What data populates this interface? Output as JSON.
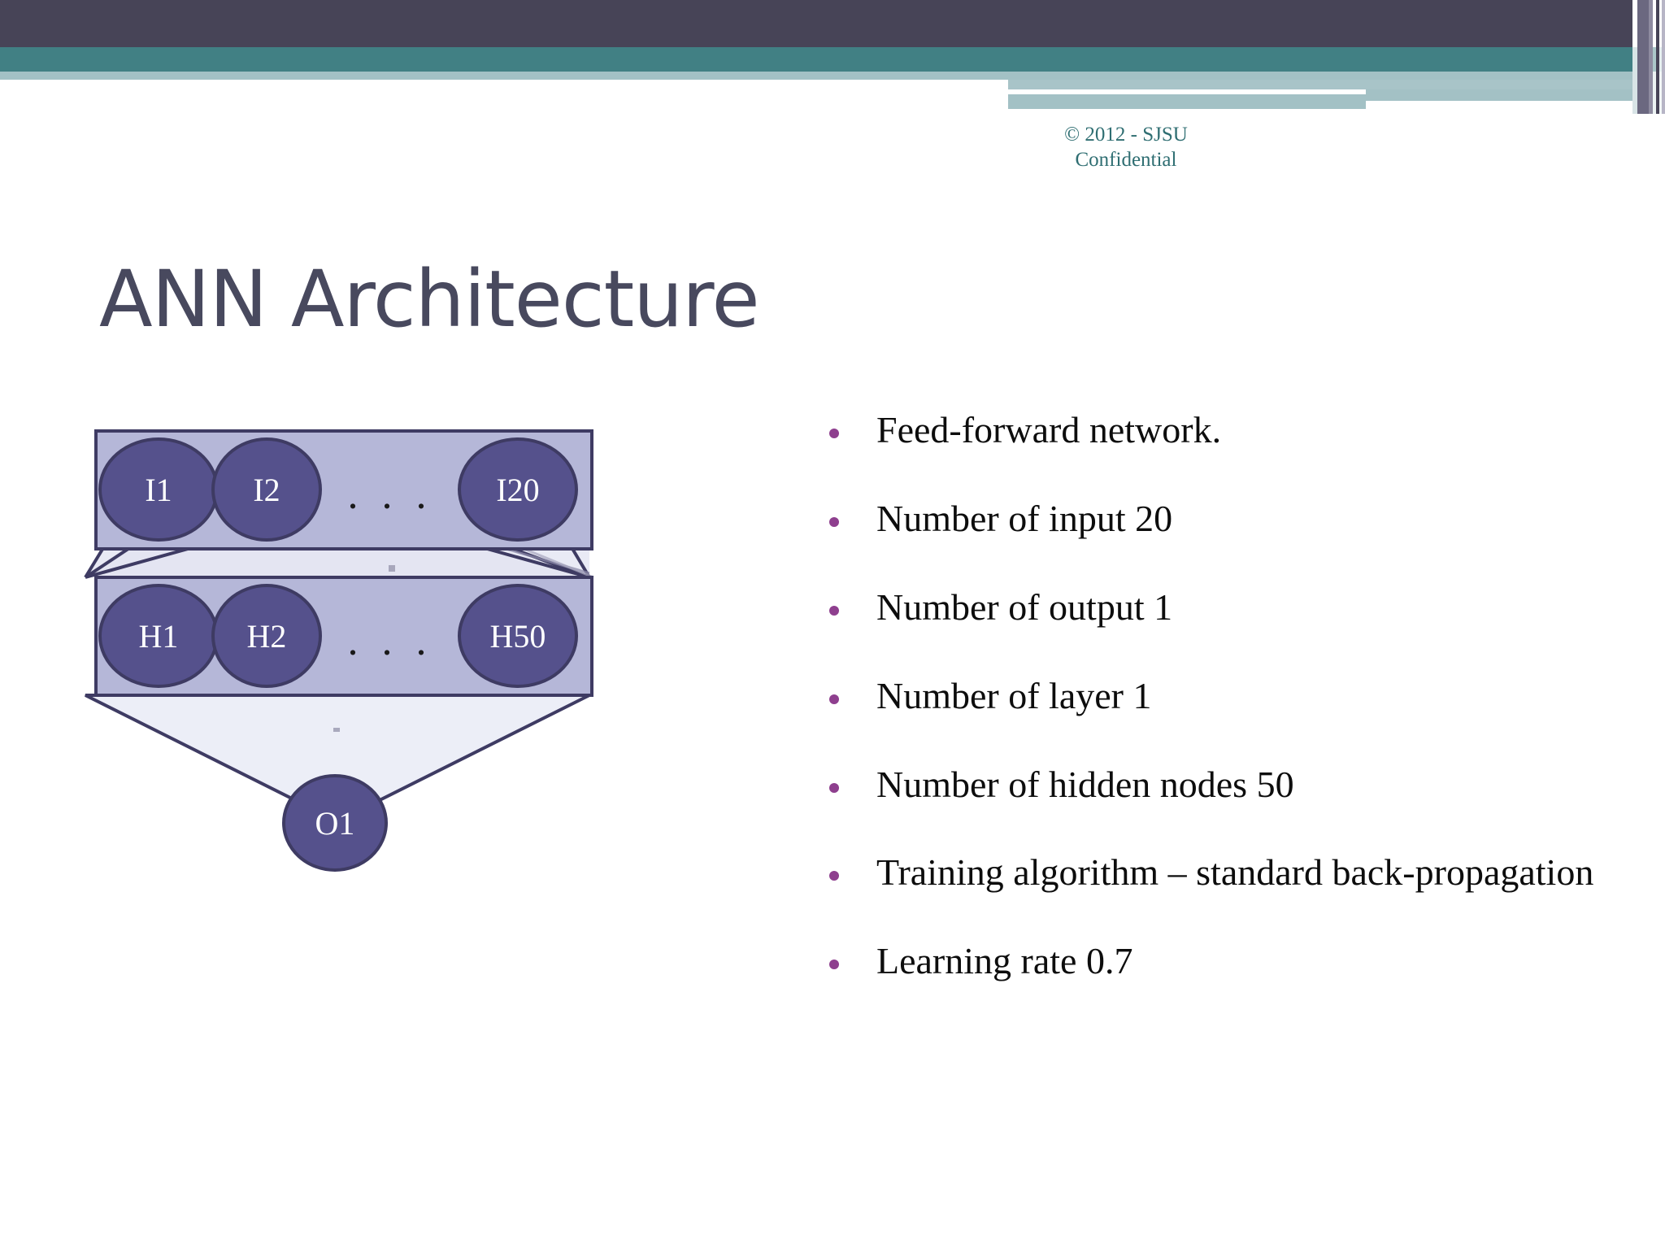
{
  "slide": {
    "title": "ANN Architecture",
    "copyright_line1": "© 2012 - SJSU",
    "copyright_line2": "Confidential"
  },
  "colors": {
    "header_dark": "#474457",
    "header_teal": "#418084",
    "header_light_teal": "#a3c1c5",
    "title_text": "#48495e",
    "copyright_text": "#2f6e72",
    "bullet_marker": "#8e3f8e",
    "layer_box_fill": "#b5b7d8",
    "layer_box_stroke": "#3e3b63",
    "node_fill": "#55518c",
    "node_stroke": "#3e3b63",
    "connection_fill": "#e3e4f1",
    "connection_stroke": "#3e3b63"
  },
  "diagram": {
    "type": "neural-network",
    "layers": [
      {
        "name": "input-layer",
        "nodes": [
          {
            "id": "I1",
            "main": "I",
            "sub": "1"
          },
          {
            "id": "I2",
            "main": "I",
            "sub": "2"
          },
          {
            "id": "ellipsis-input",
            "main": ". . .",
            "sub": ""
          },
          {
            "id": "I20",
            "main": "I",
            "sub": "20"
          }
        ]
      },
      {
        "name": "hidden-layer",
        "nodes": [
          {
            "id": "H1",
            "main": "H",
            "sub": "1"
          },
          {
            "id": "H2",
            "main": "H",
            "sub": "2"
          },
          {
            "id": "ellipsis-hidden",
            "main": ". . .",
            "sub": ""
          },
          {
            "id": "H50",
            "main": "H",
            "sub": "50"
          }
        ]
      },
      {
        "name": "output-layer",
        "nodes": [
          {
            "id": "O1",
            "main": "O",
            "sub": "1"
          }
        ]
      }
    ]
  },
  "bullets": [
    {
      "text": "Feed-forward network."
    },
    {
      "text": "Number of input 20"
    },
    {
      "text": "Number of output 1"
    },
    {
      "text": "Number of layer 1"
    },
    {
      "text": "Number of hidden nodes 50"
    },
    {
      "text": "Training algorithm – standard back-propagation"
    },
    {
      "text": "Learning rate 0.7"
    }
  ]
}
